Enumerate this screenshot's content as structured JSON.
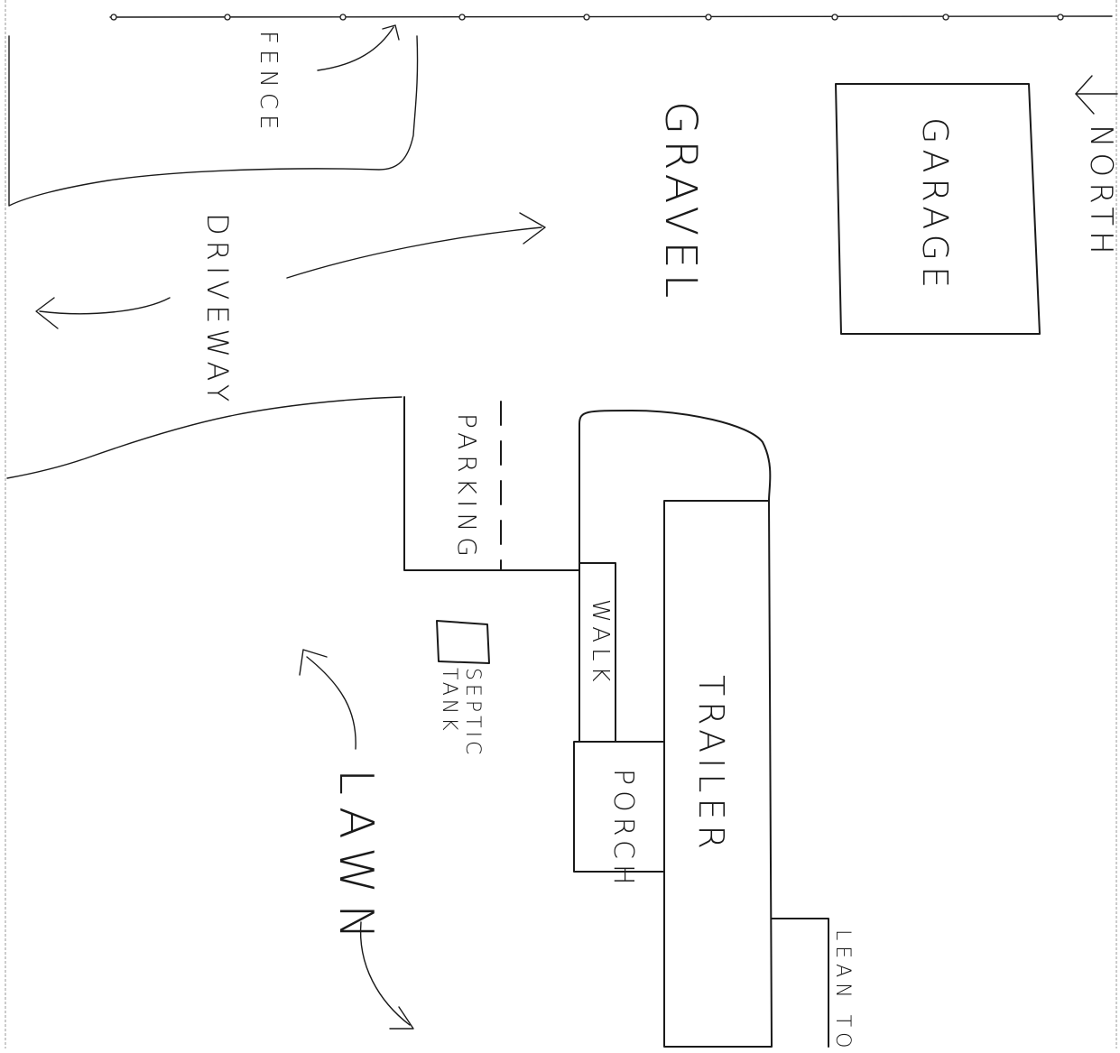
{
  "labels": {
    "fence": "FENCE",
    "gravel": "GRAVEL",
    "garage": "GARAGE",
    "north": "NORTH",
    "driveway": "DRIVEWAY",
    "parking": "PARKING",
    "walk": "WALK",
    "trailer": "TRAILER",
    "porch": "PORCH",
    "septic_tank": "SEPTIC TANK",
    "lawn": "LAWN",
    "lean_to": "LEAN TO"
  },
  "colors": {
    "ink": "#1a1a1a",
    "paper": "#ffffff",
    "guide": "#9a9a9a"
  }
}
